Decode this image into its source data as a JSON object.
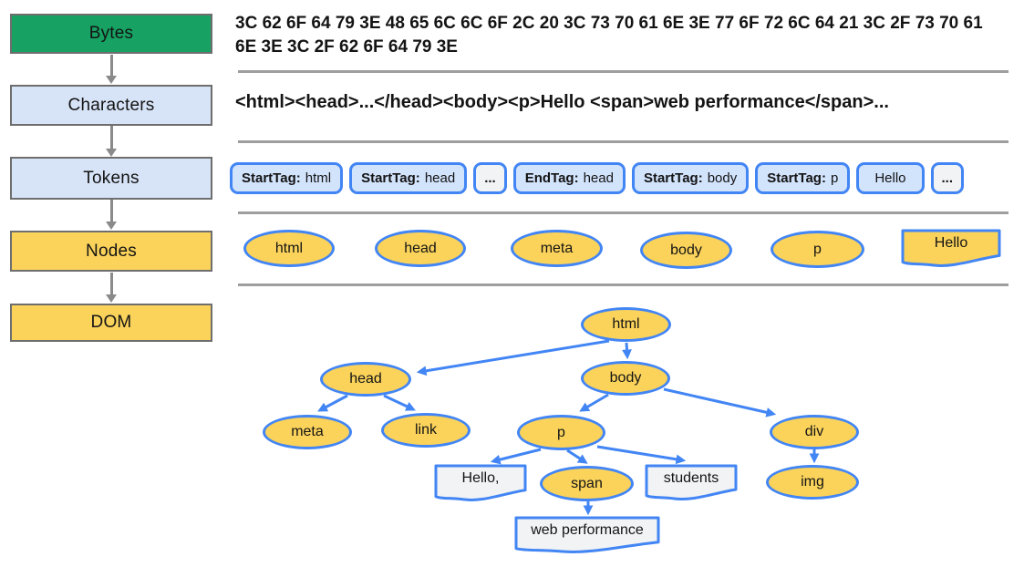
{
  "colors": {
    "green": "#17A263",
    "yellow": "#FBD35B",
    "stage_blue": "#D7E3F6",
    "token_blue": "#D2E3FC",
    "light_fill": "#F1F3F4",
    "blue": "#4285F4",
    "gray_border": "#6E6E6E",
    "divider": "#9E9E9E",
    "arrow_gray": "#8A8A8A",
    "text": "#141414"
  },
  "stages": [
    {
      "label": "Bytes"
    },
    {
      "label": "Characters"
    },
    {
      "label": "Tokens"
    },
    {
      "label": "Nodes"
    },
    {
      "label": "DOM"
    }
  ],
  "bytes_row": {
    "line1": "3C 62 6F 64 79 3E 48 65 6C 6C 6F 2C 20 3C 73 70 61 6E 3E 77 6F 72 6C 64 21 3C 2F 73 70 61",
    "line2": "6E 3E 3C 2F 62 6F 64 79 3E"
  },
  "characters_row": {
    "text": "<html><head>...</head><body><p>Hello <span>web performance</span>..."
  },
  "tokens_row": {
    "tokens": [
      {
        "label": "StartTag:",
        "value": "html"
      },
      {
        "label": "StartTag:",
        "value": "head"
      },
      {
        "label": "",
        "value": "..."
      },
      {
        "label": "EndTag:",
        "value": "head"
      },
      {
        "label": "StartTag:",
        "value": "body"
      },
      {
        "label": "StartTag:",
        "value": "p"
      },
      {
        "label": "",
        "value": "Hello"
      },
      {
        "label": "",
        "value": "..."
      }
    ]
  },
  "nodes_row": {
    "elements": [
      "html",
      "head",
      "meta",
      "body",
      "p"
    ],
    "text_node": "Hello"
  },
  "dom_tree": {
    "elements": {
      "html": "html",
      "head": "head",
      "body": "body",
      "meta": "meta",
      "link": "link",
      "p": "p",
      "div": "div",
      "span": "span",
      "img": "img"
    },
    "text_nodes": {
      "hello": "Hello,",
      "students": "students",
      "web_performance": "web performance"
    }
  }
}
